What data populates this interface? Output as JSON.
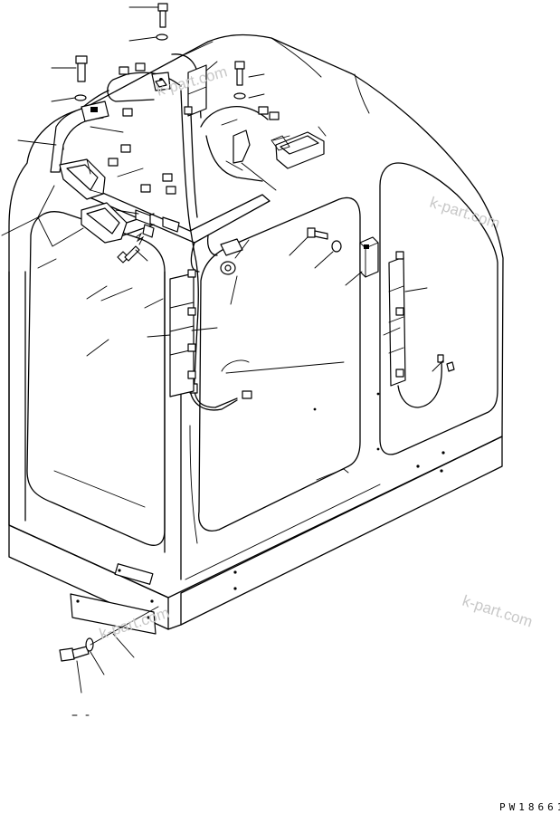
{
  "watermarks": [
    "k-part.com",
    "k-part.com",
    "k-part.com",
    "k-part.com"
  ],
  "drawing_code": "PW18661",
  "icons": [
    "bolt-icon",
    "washer-icon",
    "connector-icon",
    "lamp-icon",
    "clamp-icon"
  ]
}
